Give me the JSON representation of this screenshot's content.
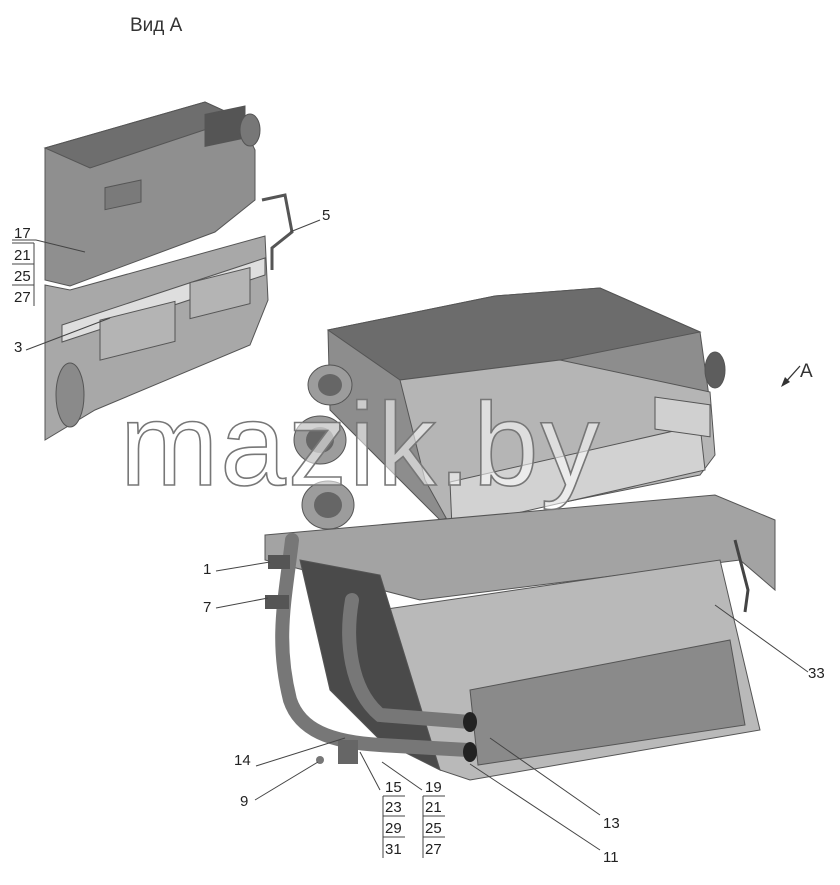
{
  "view_title": "Вид А",
  "arrow_label": "А",
  "watermark": "mazik.by",
  "callouts": {
    "c1": "1",
    "c3": "3",
    "c5": "5",
    "c7": "7",
    "c9": "9",
    "c11": "11",
    "c13": "13",
    "c14": "14",
    "c33": "33",
    "stack_17": [
      "17",
      "21",
      "25",
      "27"
    ],
    "stack_15": [
      "15",
      "23",
      "29",
      "31"
    ],
    "stack_19": [
      "19",
      "21",
      "25",
      "27"
    ]
  },
  "colors": {
    "body": "#9a9a9a",
    "dark": "#6e6e6e",
    "light": "#c8c8c8",
    "lines": "#444444"
  }
}
